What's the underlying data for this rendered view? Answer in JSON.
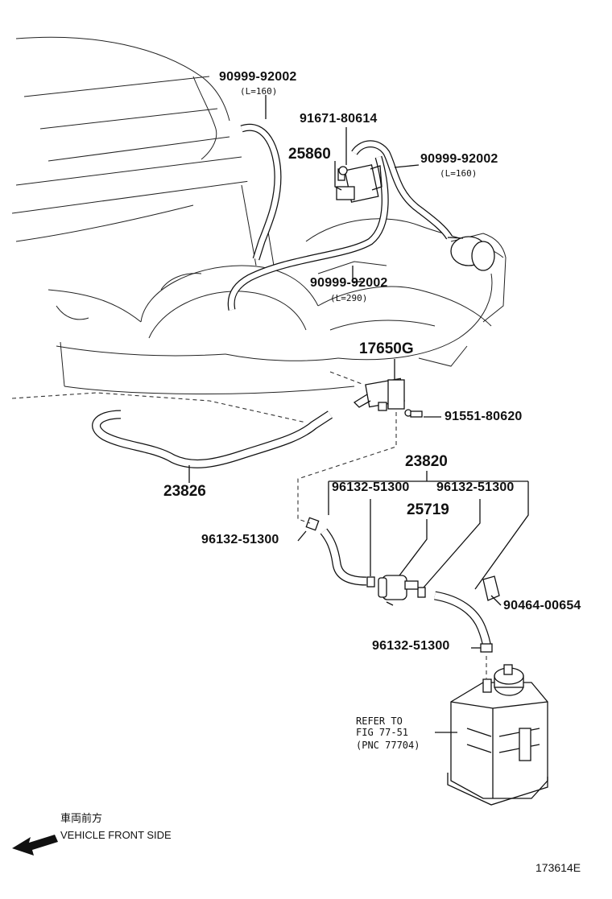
{
  "labels": {
    "hose_top_left": "90999-92002",
    "hose_top_left_len": "(L=160)",
    "bolt_top": "91671-80614",
    "vsv_top": "25860",
    "hose_right": "90999-92002",
    "hose_right_len": "(L=160)",
    "hose_mid": "90999-92002",
    "hose_mid_len": "(L=290)",
    "vsv_mid": "17650G",
    "bolt_mid": "91551-80620",
    "hose_set": "23820",
    "clip_a": "96132-51300",
    "clip_b": "96132-51300",
    "filter": "25719",
    "clip_left": "96132-51300",
    "hose_lower_left": "23826",
    "clamp_right": "90464-00654",
    "clip_bottom": "96132-51300",
    "refer_line1": "REFER TO",
    "refer_line2": "FIG 77-51",
    "refer_line3": "(PNC 77704)",
    "front_jp": "車両前方",
    "front_en": "VEHICLE FRONT SIDE",
    "figure_id": "173614E"
  }
}
